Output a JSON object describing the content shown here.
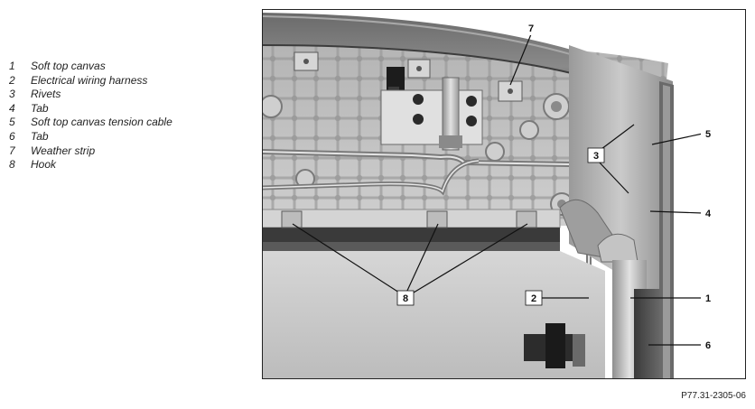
{
  "legend": [
    {
      "number": "1",
      "label": "Soft top canvas"
    },
    {
      "number": "2",
      "label": "Electrical wiring harness"
    },
    {
      "number": "3",
      "label": "Rivets"
    },
    {
      "number": "4",
      "label": "Tab"
    },
    {
      "number": "5",
      "label": "Soft top canvas tension cable"
    },
    {
      "number": "6",
      "label": "Tab"
    },
    {
      "number": "7",
      "label": "Weather strip"
    },
    {
      "number": "8",
      "label": "Hook"
    }
  ],
  "callouts": {
    "c1": "1",
    "c2": "2",
    "c3": "3",
    "c4": "4",
    "c5": "5",
    "c6": "6",
    "c7": "7",
    "c8": "8"
  },
  "reference": "P77.31-2305-06"
}
